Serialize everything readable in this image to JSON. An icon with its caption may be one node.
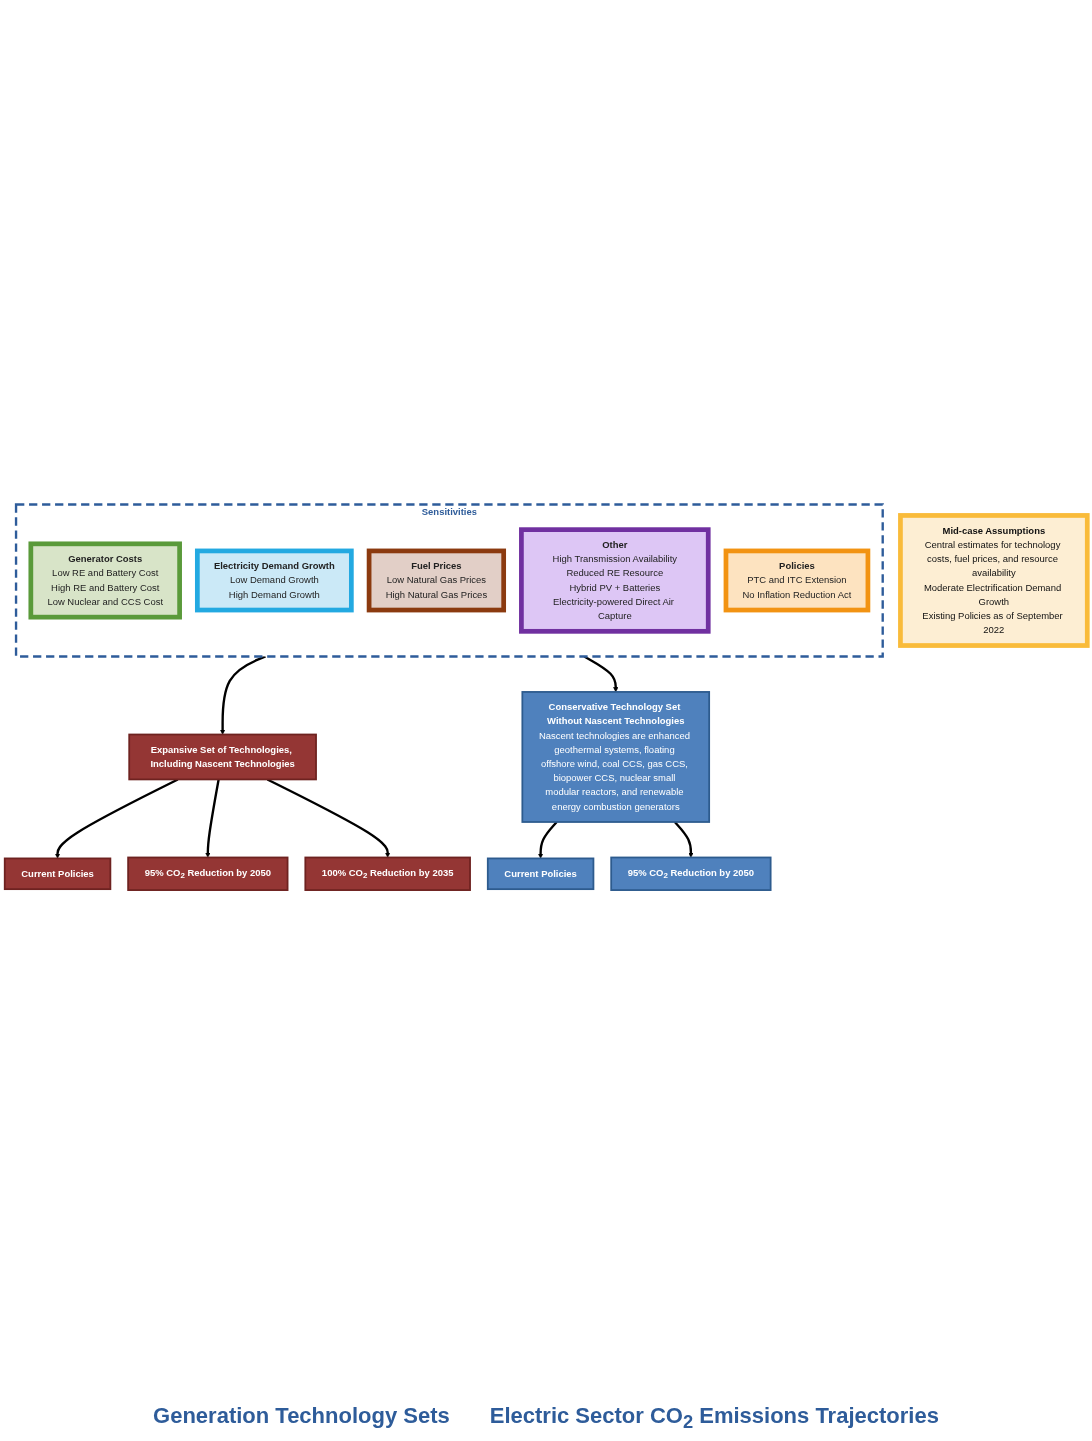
{
  "diagram": {
    "nodes": [
      {
        "text": [
          "Mid-case Assumptions",
          "Central estimates for technology costs, fuel prices, and resource availability",
          "Moderate Electrification Demand Growth",
          "Existing Policies as of September 2022"
        ]
      },
      {
        "text": [
          "Sensitivities"
        ]
      },
      {
        "text": [
          "Generator Costs",
          "Low RE and Battery Cost",
          "High RE and Battery Cost",
          "Low Nuclear and CCS Cost"
        ],
        "in": 1
      },
      {
        "text": [
          "Electricity Demand Growth",
          "Low Demand Growth",
          "High Demand Growth"
        ],
        "in": 1
      },
      {
        "text": [
          "Fuel Prices",
          "Low Natural Gas Prices",
          "High Natural Gas Prices"
        ],
        "in": 1
      },
      {
        "text": [
          "Other",
          "High Transmission Availability",
          "Reduced RE Resource",
          "Hybrid PV + Batteries",
          "Electricity-powered Direct Air Capture"
        ],
        "in": 1
      },
      {
        "text": [
          "Policies",
          "PTC and ITC Extension",
          "No Inflation Reduction Act"
        ],
        "in": 1
      },
      {
        "text": [
          "Expansive Set of Technologies, Including Nascent Technologies"
        ]
      },
      {
        "text": [
          "Conservative Technology Set Without Nascent Technologies",
          "Nascent technologies are enhanced geothermal systems, floating offshore wind, coal CCS, gas CCS, biopower CCS, nuclear small modular reactors, and renewable energy combustion generators"
        ]
      },
      {
        "text": [
          "Current Policies"
        ]
      },
      {
        "text": [
          "95% CO$_{2}$ Reduction by 2050"
        ]
      },
      {
        "text": [
          "100% CO$_{2}$ Reduction by 2035"
        ]
      },
      {
        "text": [
          "Current Policies"
        ]
      },
      {
        "text": [
          "95% CO$_{2}$ Reduction by 2050"
        ]
      }
    ],
    "edges": [
      {
        "from": 1,
        "to": 7,
        "arrow": "to"
      },
      {
        "from": 1,
        "to": 8,
        "arrow": "to"
      },
      {
        "from": 7,
        "to": 9,
        "arrow": "to"
      },
      {
        "from": 7,
        "to": 10,
        "arrow": "to"
      },
      {
        "from": 7,
        "to": 11,
        "arrow": "to"
      },
      {
        "from": 8,
        "to": 12,
        "arrow": "to"
      },
      {
        "from": 8,
        "to": 13,
        "arrow": "to"
      }
    ],
    "labels": [
      "Generation Technology Sets",
      "Electric Sector CO$_{2}$ Emissions Trajectories"
    ]
  }
}
